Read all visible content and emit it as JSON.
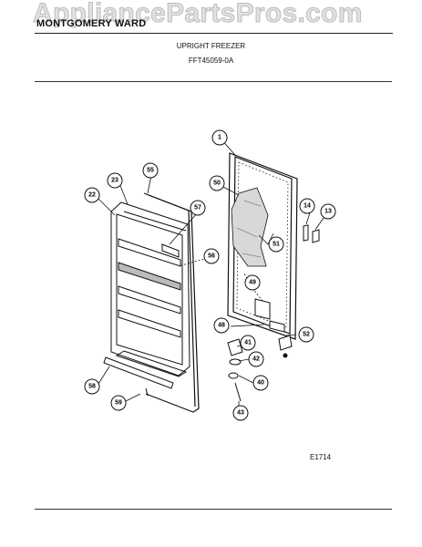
{
  "header": {
    "brand": "MONTGOMERY WARD",
    "title": "UPRIGHT FREEZER",
    "model": "FFT45059-0A"
  },
  "watermark": "AppliancePartsPros.com",
  "figure_code": "E1714",
  "callouts": [
    {
      "id": "c1",
      "label": "1"
    },
    {
      "id": "c55",
      "label": "55"
    },
    {
      "id": "c23",
      "label": "23"
    },
    {
      "id": "c22",
      "label": "22"
    },
    {
      "id": "c57",
      "label": "57"
    },
    {
      "id": "c50",
      "label": "50"
    },
    {
      "id": "c14",
      "label": "14"
    },
    {
      "id": "c13",
      "label": "13"
    },
    {
      "id": "c51",
      "label": "51"
    },
    {
      "id": "c56",
      "label": "56"
    },
    {
      "id": "c49",
      "label": "49"
    },
    {
      "id": "c48",
      "label": "48"
    },
    {
      "id": "c52",
      "label": "52"
    },
    {
      "id": "c41",
      "label": "41"
    },
    {
      "id": "c42",
      "label": "42"
    },
    {
      "id": "c40",
      "label": "40"
    },
    {
      "id": "c58",
      "label": "58"
    },
    {
      "id": "c59",
      "label": "59"
    },
    {
      "id": "c43",
      "label": "43"
    }
  ]
}
